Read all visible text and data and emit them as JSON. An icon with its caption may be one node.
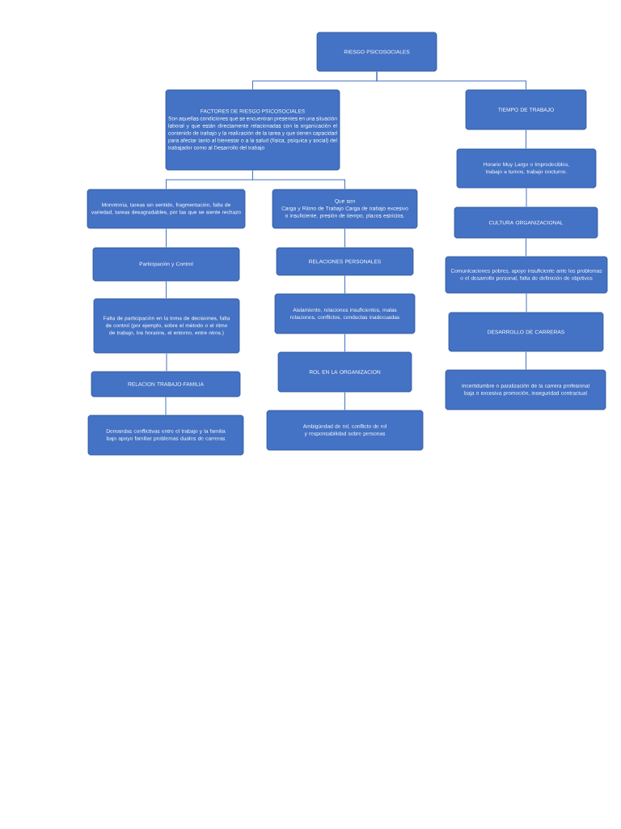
{
  "diagram": {
    "nodes": [
      {
        "text": [
          "RIESGO PSICOSOCIALES"
        ]
      },
      {
        "text": [
          "FACTORES DE RIESGO PSICOSOCIALES",
          "Son aquellas condiciones que se encuentran presentes en una situación laboral y que están directamente relacionadas con la organización el contenido de trabajo y la realización de la tarea y que tienen capacidad para afectar tanto al bienestar o a la salud (física, psíquica y social) del trabajador como al Desarrollo del trabajo"
        ]
      },
      {
        "text": [
          "TIEMPO DE TRABAJO"
        ]
      },
      {
        "text": [
          "Monotonía, tareas sin sentido, fragmentación, falta de variedad, tareas desagradables, por las que se siente rechazo"
        ]
      },
      {
        "text": [
          "Que son",
          "Carga y Ritmo de Trabajo Carga de trabajo excesivo o insuficiente, presión de tiempo, plazos estrictos."
        ]
      },
      {
        "text": [
          "Horario Muy Largo o Impredecibles, trabajo a turnos, trabajo nocturno."
        ]
      },
      {
        "text": [
          "Participación y Control"
        ]
      },
      {
        "text": [
          "RELACIONES PERSONALES"
        ]
      },
      {
        "text": [
          "CULTURA ORGANIZACIONAL"
        ]
      },
      {
        "text": [
          "Falta de participación en la toma de decisiones, falta de control (por ejemplo, sobre el método o el ritmo de trabajo, los horarios, el entorno, entre otros.)"
        ]
      },
      {
        "text": [
          "Aislamiento, relaciones insuficientes, malas relaciones, conflictos, conductas inadecuadas"
        ]
      },
      {
        "text": [
          "Comunicaciones pobres, apoyo insuficiente ante los problemas o el desarrollo personal, falta de definición de objetivos"
        ]
      },
      {
        "text": [
          "RELACION TRABAJO-FAMILIA"
        ]
      },
      {
        "text": [
          "ROL EN LA ORGANIZACION"
        ]
      },
      {
        "text": [
          "DESARROLLO DE CARRERAS"
        ]
      },
      {
        "text": [
          "Demandas conflictivas entre el trabajo y la familia bajo apoyo familiar problemas duales de carreras"
        ]
      },
      {
        "text": [
          "Ambigüedad de rol, conflicto de rol y responsabilidad sobre personas"
        ]
      },
      {
        "text": [
          "Incertidumbre o paralización de la carrera profesional baja o excesiva promoción, inseguridad contractual"
        ]
      }
    ],
    "edges": [
      {
        "from": 0,
        "to": 1,
        "arrow": "none"
      },
      {
        "from": 0,
        "to": 2,
        "arrow": "none"
      },
      {
        "from": 1,
        "to": 3,
        "arrow": "none"
      },
      {
        "from": 1,
        "to": 4,
        "arrow": "none"
      },
      {
        "from": 2,
        "to": 5,
        "arrow": "none"
      },
      {
        "from": 5,
        "to": 8,
        "arrow": "none"
      },
      {
        "from": 8,
        "to": 11,
        "arrow": "none"
      },
      {
        "from": 11,
        "to": 14,
        "arrow": "none"
      },
      {
        "from": 14,
        "to": 17,
        "arrow": "none"
      },
      {
        "from": 3,
        "to": 6,
        "arrow": "none"
      },
      {
        "from": 6,
        "to": 9,
        "arrow": "none"
      },
      {
        "from": 9,
        "to": 12,
        "arrow": "none"
      },
      {
        "from": 12,
        "to": 15,
        "arrow": "none"
      },
      {
        "from": 4,
        "to": 7,
        "arrow": "none"
      },
      {
        "from": 7,
        "to": 10,
        "arrow": "none"
      },
      {
        "from": 10,
        "to": 13,
        "arrow": "none"
      },
      {
        "from": 13,
        "to": 16,
        "arrow": "none"
      }
    ]
  }
}
